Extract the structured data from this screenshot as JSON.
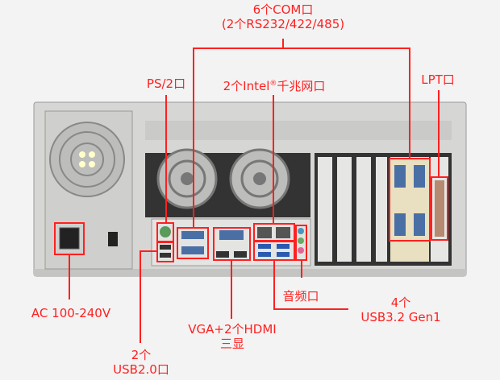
{
  "colors": {
    "annotation": "#ff2020",
    "chassis": "#d6d6d4",
    "background": "#f3f3f3"
  },
  "labels": {
    "com": {
      "line1": "6个COM口",
      "line2": "(2个RS232/422/485)"
    },
    "ps2": "PS/2口",
    "lan": {
      "prefix": "2个Intel",
      "reg": "®",
      "suffix": "千兆网口"
    },
    "lpt": "LPT口",
    "ac": "AC 100-240V",
    "usb2": {
      "line1": "2个",
      "line2": "USB2.0口"
    },
    "video": {
      "line1": "VGA+2个HDMI",
      "line2": "三显"
    },
    "audio": "音频口",
    "usb3": {
      "line1": "4个",
      "line2": "USB3.2 Gen1"
    }
  }
}
